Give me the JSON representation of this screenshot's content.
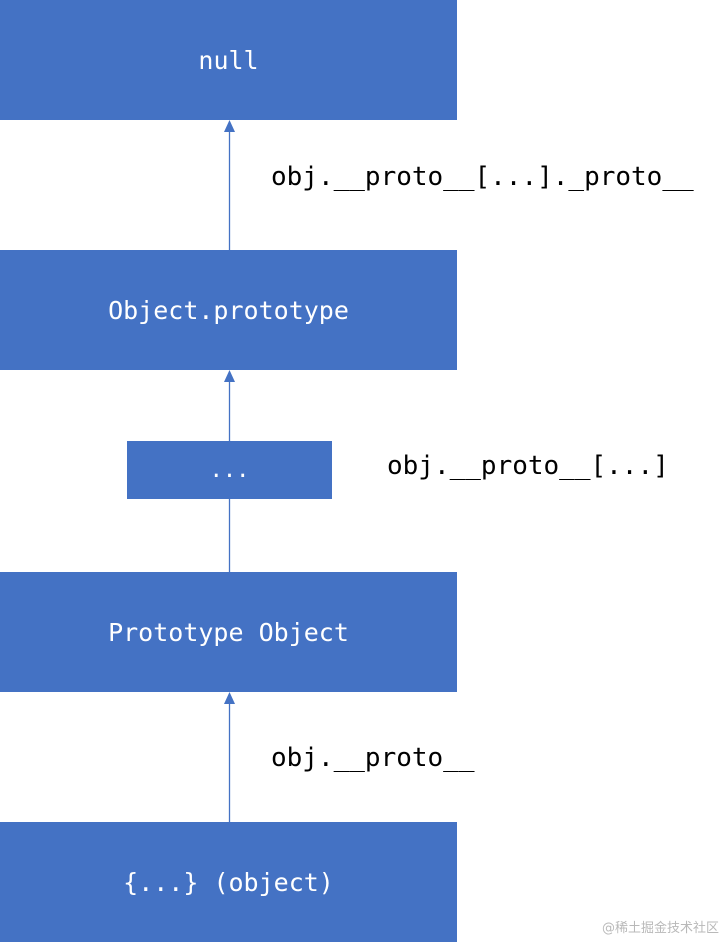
{
  "diagram": {
    "nodes": {
      "null_node": "null",
      "object_prototype": "Object.prototype",
      "ellipsis": "...",
      "prototype_object": "Prototype Object",
      "object_literal": "{...} (object)"
    },
    "edge_labels": {
      "proto_chain_full": "obj.__proto__[...]._proto__",
      "proto_chain_mid": "obj.__proto__[...]",
      "proto": "obj.__proto__"
    },
    "colors": {
      "box_fill": "#4472c4",
      "box_text": "#ffffff",
      "arrow": "#4472c4",
      "label_text": "#000000"
    }
  },
  "watermark": "@稀土掘金技术社区"
}
